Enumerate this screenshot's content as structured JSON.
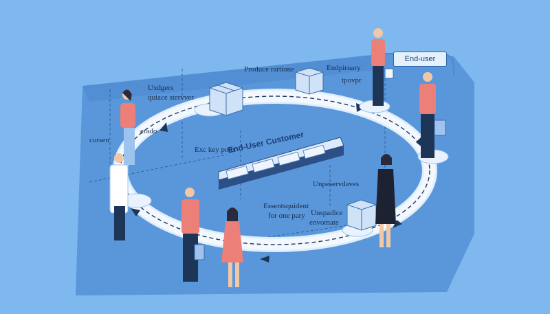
{
  "badge": {
    "end_user": "End-user"
  },
  "labels": {
    "produce_rartione": "Produce rartione",
    "endpiruary": "Endpiruary",
    "tpovpr": "tpovpr",
    "uxdgers_line1": "Uxdgers",
    "uxdgers_line2": "quiace stervver",
    "cursen": "cursen",
    "erado": "erado",
    "exc_key_poits": "Exc key poits",
    "end_user_customer": "End-User Customer",
    "unpeservdaves": "Unpeservdaves",
    "essent_line1": "Essentsquident",
    "essent_line2": "for one pary",
    "unspadice_line1": "Unspadice",
    "unspadice_line2": "envomate"
  },
  "colors": {
    "background": "#7fb8ee",
    "floor": "#5a97da",
    "loop_path": "#f1f7fe",
    "box": "#cfe2f8",
    "shirt": "#ec7f78",
    "pants": "#1d3557",
    "badge_border": "#2a63a8"
  },
  "icons": [
    "box-icon",
    "person-icon",
    "arrow-icon",
    "tray-icon"
  ]
}
